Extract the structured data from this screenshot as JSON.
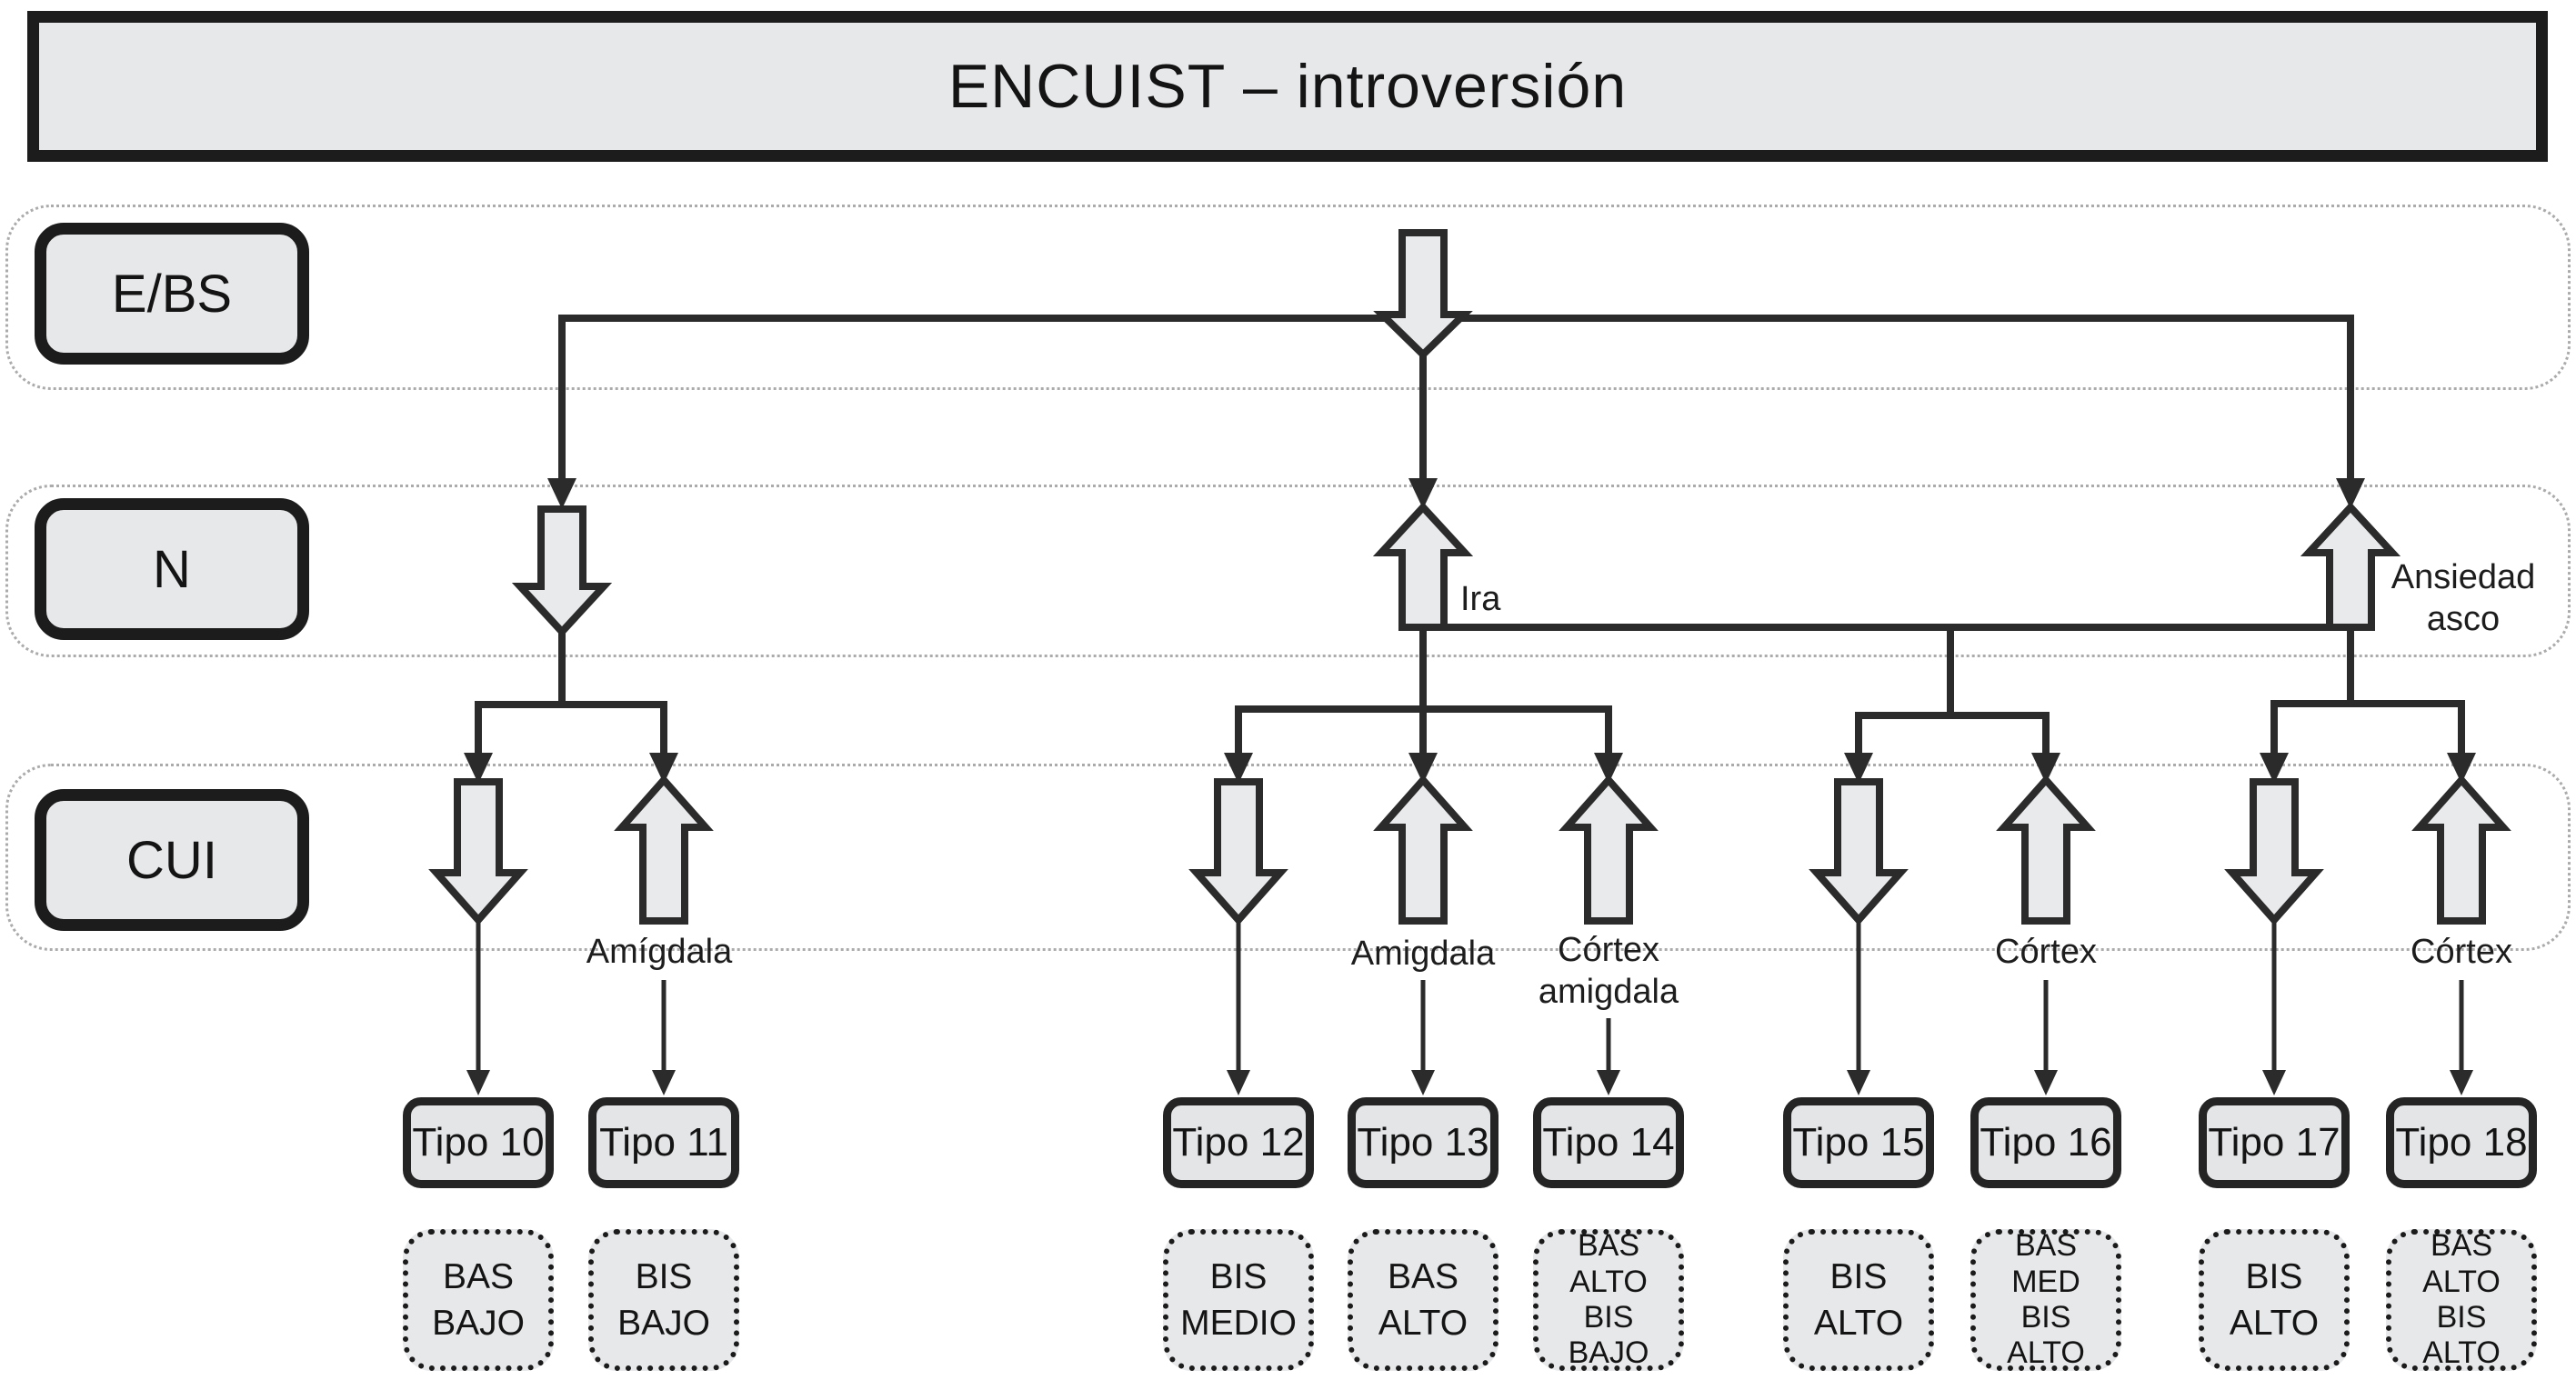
{
  "title": "ENCUIST – introversión",
  "rows": {
    "ebs": "E/BS",
    "n": "N",
    "cui": "CUI"
  },
  "annotations": {
    "ira": "Ira",
    "ansiedad_asco": "Ansiedad\nasco",
    "amigdala_left": "Amígdala",
    "amigdala_mid": "Amigdala",
    "cortex_amigdala": "Córtex\namigdala",
    "cortex_mid": "Córtex",
    "cortex_right": "Córtex"
  },
  "types": [
    {
      "name": "Tipo 10",
      "result": "BAS\nBAJO"
    },
    {
      "name": "Tipo 11",
      "result": "BIS\nBAJO"
    },
    {
      "name": "Tipo 12",
      "result": "BIS\nMEDIO"
    },
    {
      "name": "Tipo 13",
      "result": "BAS\nALTO"
    },
    {
      "name": "Tipo 14",
      "result": "BAS\nALTO\nBIS\nBAJO"
    },
    {
      "name": "Tipo 15",
      "result": "BIS\nALTO"
    },
    {
      "name": "Tipo 16",
      "result": "BAS\nMED\nBIS\nALTO"
    },
    {
      "name": "Tipo 17",
      "result": "BIS\nALTO"
    },
    {
      "name": "Tipo 18",
      "result": "BAS\nALTO\nBIS\nALTO"
    }
  ],
  "colors": {
    "box_fill": "#e7e8ea",
    "line": "#2b2b2b",
    "band_border": "#ababab"
  }
}
